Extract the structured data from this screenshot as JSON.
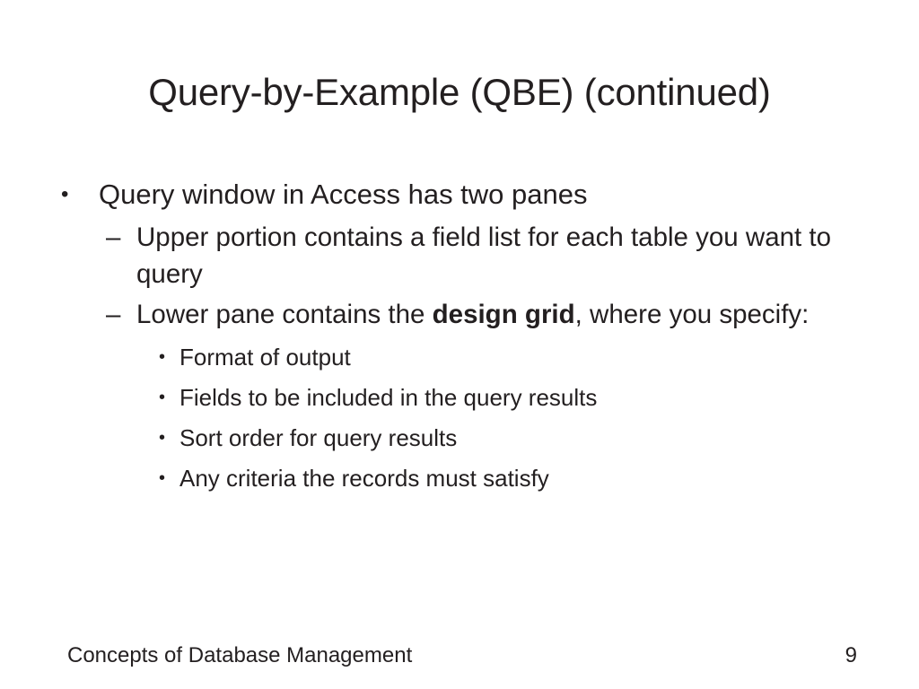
{
  "slide": {
    "title": "Query-by-Example (QBE) (continued)",
    "background_color": "#ffffff",
    "text_color": "#231f20"
  },
  "bullets": {
    "markers": {
      "level1": "•",
      "level2": "–",
      "level3": "•"
    },
    "level1": [
      {
        "text": "Query window in Access has two panes"
      }
    ],
    "level2": [
      {
        "text": "Upper portion contains a field list for each table you want to query"
      },
      {
        "segments": [
          {
            "text": "Lower pane contains the ",
            "bold": false
          },
          {
            "text": "design grid",
            "bold": true
          },
          {
            "text": ", where you specify:",
            "bold": false
          }
        ],
        "pre": "Lower pane contains the ",
        "strong": "design grid",
        "post": ", where you specify:"
      }
    ],
    "level3": [
      {
        "text": "Format of output"
      },
      {
        "text": "Fields to be included in the query results"
      },
      {
        "text": "Sort order for query results"
      },
      {
        "text": "Any criteria the records must satisfy"
      }
    ]
  },
  "footer": {
    "source": "Concepts of Database Management",
    "page_number": "9"
  }
}
